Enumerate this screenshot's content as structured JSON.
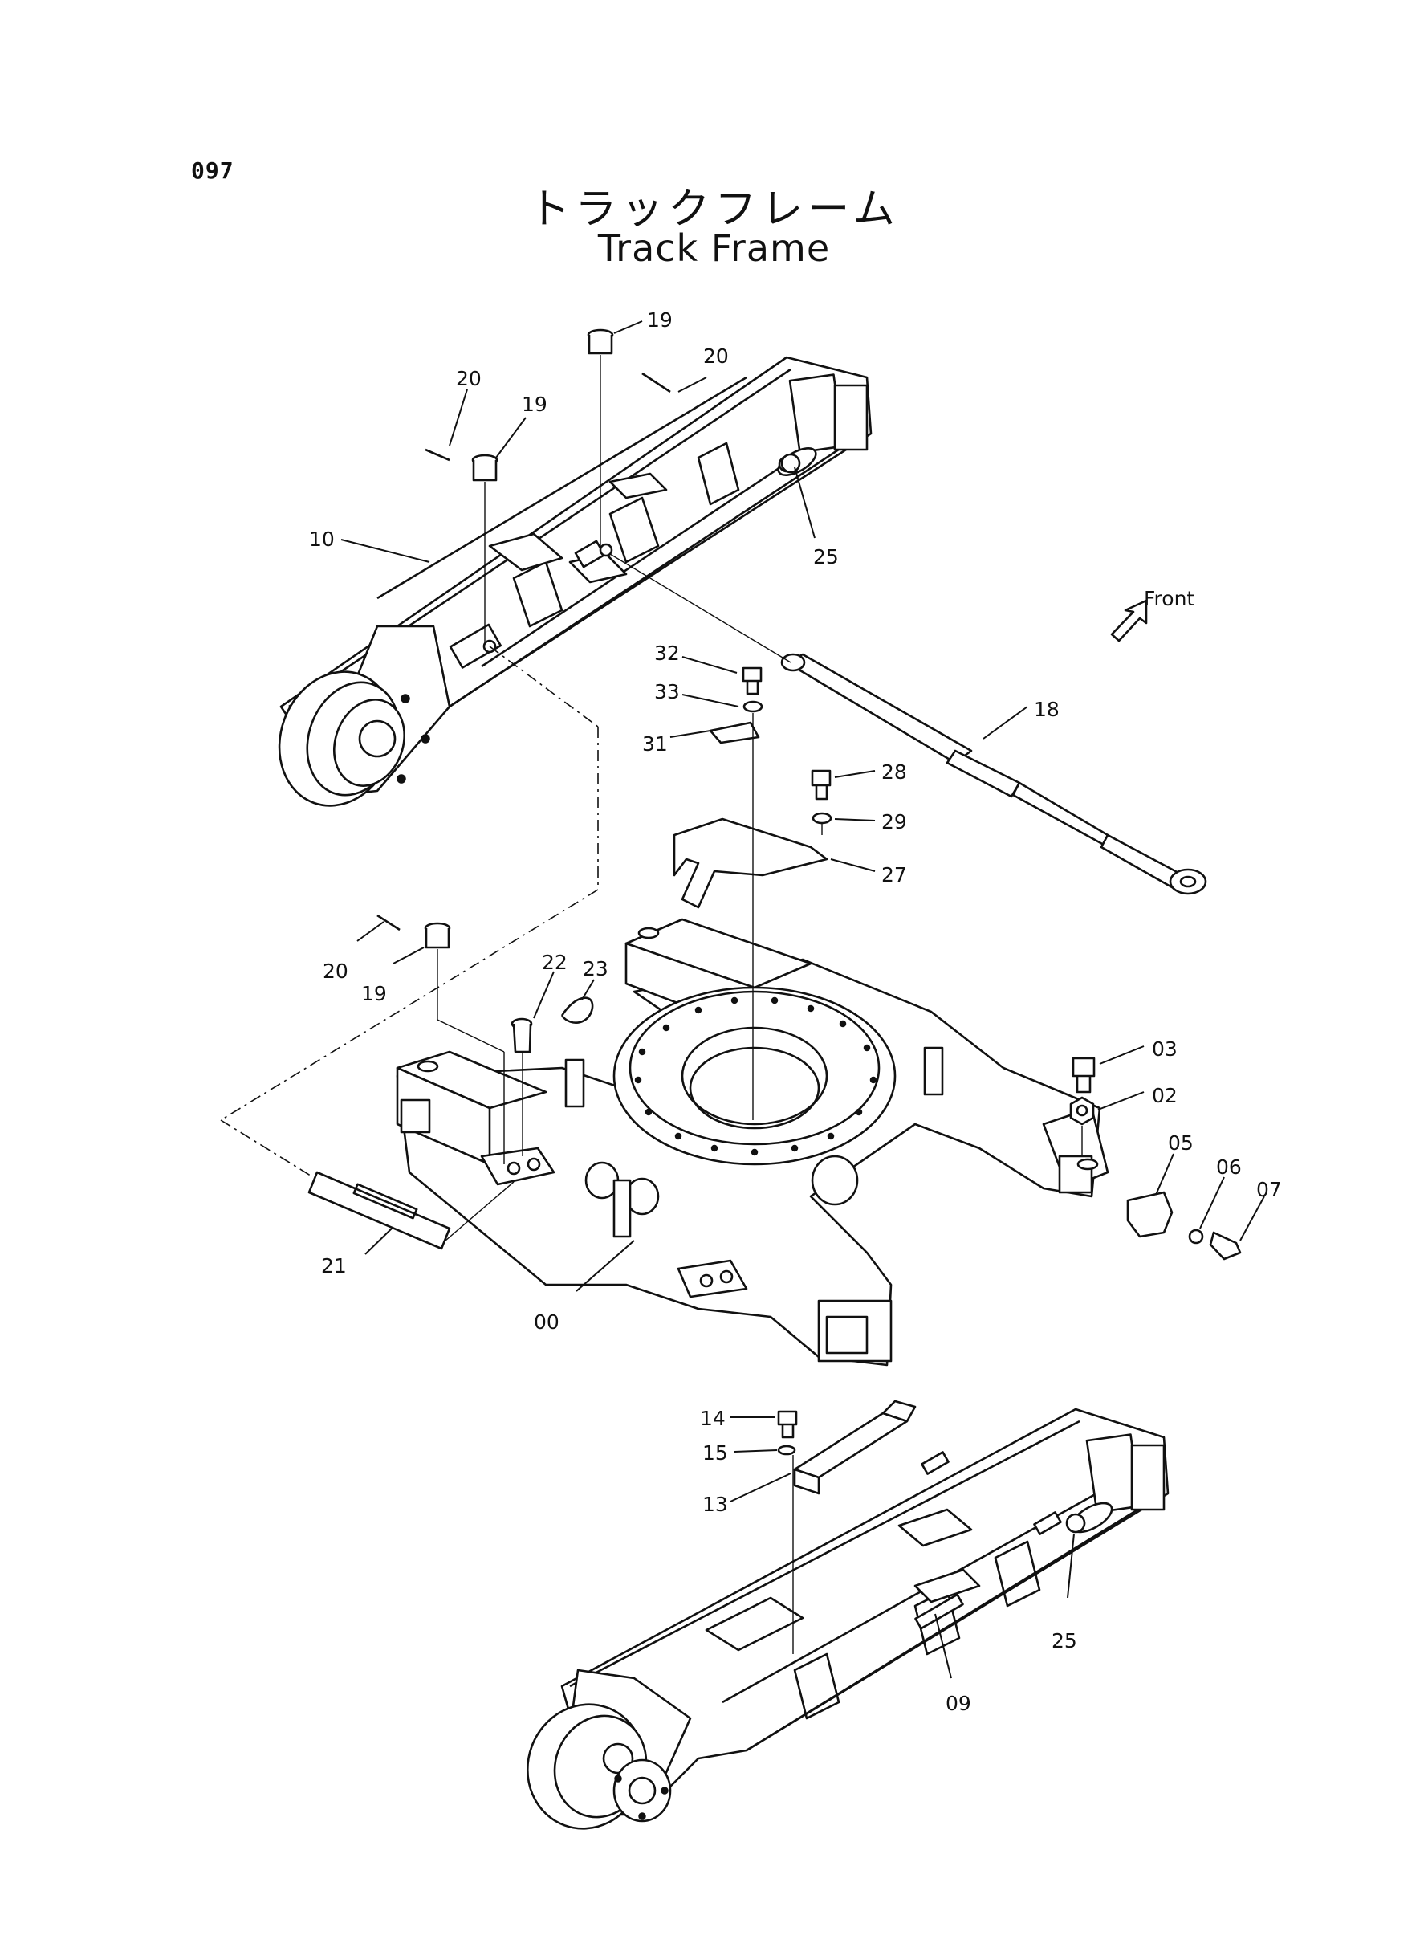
{
  "page_number": "097",
  "title_jp": "トラックフレーム",
  "title_en": "Track Frame",
  "direction_label": "Front",
  "callouts": {
    "c00": "00",
    "c02": "02",
    "c03": "03",
    "c05": "05",
    "c06": "06",
    "c07": "07",
    "c09": "09",
    "c10": "10",
    "c13": "13",
    "c14": "14",
    "c15": "15",
    "c18": "18",
    "c19a": "19",
    "c19b": "19",
    "c19c": "19",
    "c20a": "20",
    "c20b": "20",
    "c20c": "20",
    "c21": "21",
    "c22": "22",
    "c23": "23",
    "c25a": "25",
    "c25b": "25",
    "c27": "27",
    "c28": "28",
    "c29": "29",
    "c31": "31",
    "c32": "32",
    "c33": "33"
  }
}
